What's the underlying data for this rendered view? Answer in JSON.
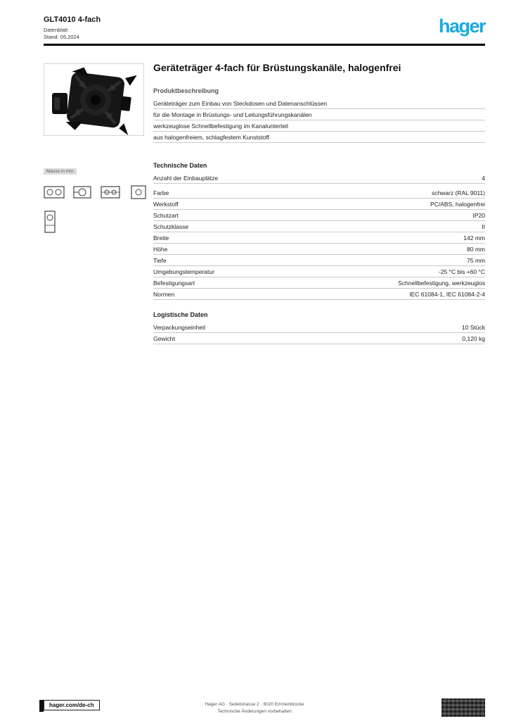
{
  "colors": {
    "brand": "#1ba9e0",
    "rule": "#000000",
    "row_line": "#c9c9c9"
  },
  "header": {
    "product_ref": "GLT4010 4-fach",
    "doc_type": "Datenblatt",
    "date_line": "Stand: 05.2024",
    "logo_text": "hager"
  },
  "product": {
    "title": "Geräteträger 4-fach für Brüstungskanäle, halogenfrei"
  },
  "dimensions_note": "Masse in mm",
  "sections": {
    "description": {
      "heading": "Produktbeschreibung",
      "items": [
        "Geräteträger zum Einbau von Steckdosen und Datenanschlüssen",
        "für die Montage in Brüstungs- und Leitungsführungskanälen",
        "werkzeuglose Schnellbefestigung im Kanalunterteil",
        "aus halogenfreiem, schlagfestem Kunststoff"
      ]
    },
    "technical": {
      "heading": "Technische Daten",
      "rows": [
        {
          "label": "Anzahl der Einbauplätze",
          "value": "4"
        }
      ]
    },
    "properties": {
      "rows": [
        {
          "label": "Farbe",
          "value": "schwarz (RAL 9011)"
        },
        {
          "label": "Werkstoff",
          "value": "PC/ABS, halogenfrei"
        },
        {
          "label": "Schutzart",
          "value": "IP20"
        },
        {
          "label": "Schutzklasse",
          "value": "II"
        },
        {
          "label": "Breite",
          "value": "142 mm"
        },
        {
          "label": "Höhe",
          "value": "80 mm"
        },
        {
          "label": "Tiefe",
          "value": "75 mm"
        },
        {
          "label": "Umgebungstemperatur",
          "value": "-25 °C bis +60 °C"
        },
        {
          "label": "Befestigungsart",
          "value": "Schnellbefestigung, werkzeuglos"
        },
        {
          "label": "Normen",
          "value": "IEC 61084-1, IEC 61084-2-4"
        }
      ]
    },
    "logistics": {
      "heading": "Logistische Daten",
      "rows": [
        {
          "label": "Verpackungseinheit",
          "value": "10 Stück"
        },
        {
          "label": "Gewicht",
          "value": "0,120 kg"
        }
      ]
    }
  },
  "footer": {
    "website": "hager.com/de-ch",
    "address": "Hager AG · Sedelstrasse 2 · 6020 Emmenbrücke",
    "note": "Technische Änderungen vorbehalten"
  }
}
